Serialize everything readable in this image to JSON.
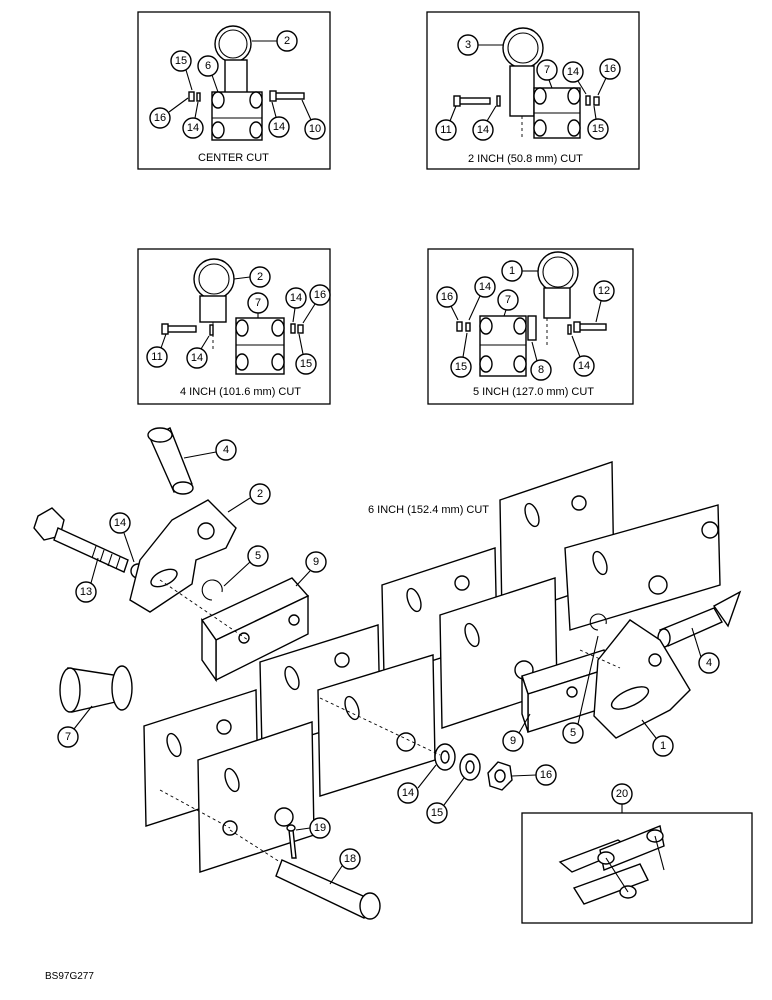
{
  "detail_boxes": [
    {
      "caption": "CENTER CUT",
      "callouts": [
        "2",
        "15",
        "6",
        "16",
        "14",
        "14",
        "10"
      ]
    },
    {
      "caption": "2 INCH (50.8 mm) CUT",
      "callouts": [
        "3",
        "7",
        "14",
        "16",
        "11",
        "14",
        "15"
      ]
    },
    {
      "caption": "4 INCH (101.6 mm) CUT",
      "callouts": [
        "2",
        "7",
        "14",
        "16",
        "11",
        "14",
        "15"
      ]
    },
    {
      "caption": "5 INCH (127.0 mm) CUT",
      "callouts": [
        "1",
        "16",
        "14",
        "7",
        "12",
        "15",
        "8",
        "14"
      ]
    }
  ],
  "main": {
    "caption": "6 INCH (152.4 mm) CUT",
    "callouts": [
      "4",
      "2",
      "14",
      "5",
      "9",
      "13",
      "7",
      "4",
      "9",
      "5",
      "1",
      "14",
      "15",
      "16",
      "19",
      "18"
    ]
  },
  "inset": {
    "callouts": [
      "20"
    ]
  },
  "figure_id": "BS97G277"
}
